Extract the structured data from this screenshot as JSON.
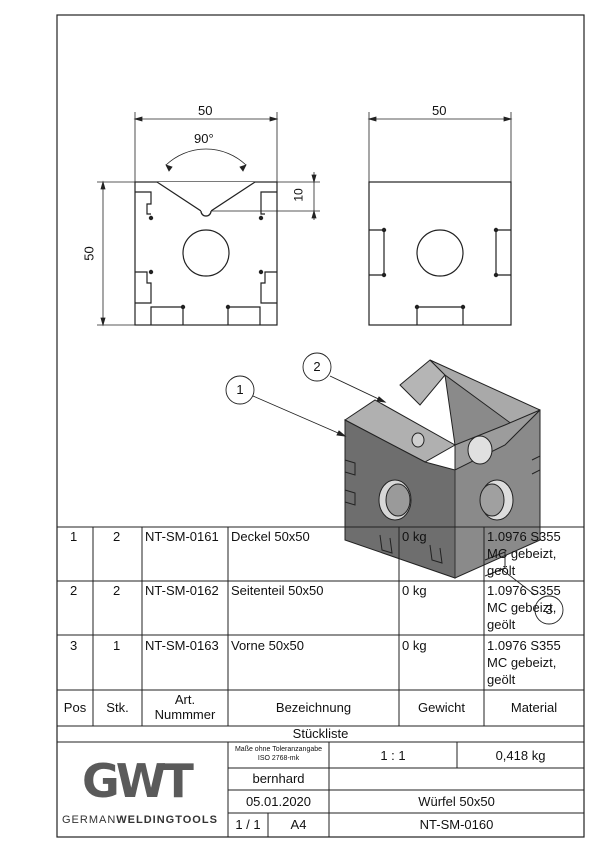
{
  "drawing": {
    "dimensions": {
      "front_width": "50",
      "side_width": "50",
      "front_height": "50",
      "angle": "90°",
      "notch_depth": "10"
    },
    "balloons": [
      "1",
      "2",
      "3"
    ]
  },
  "parts_list": {
    "title": "Stückliste",
    "headers": {
      "pos": "Pos",
      "qty": "Stk.",
      "art": "Art. Nummmer",
      "name": "Bezeichnung",
      "weight": "Gewicht",
      "material": "Material"
    },
    "rows": [
      {
        "pos": "1",
        "qty": "2",
        "art": "NT-SM-0161",
        "name": "Deckel 50x50",
        "weight": "0 kg",
        "material_l1": "1.0976 S355",
        "material_l2": "MC gebeizt,",
        "material_l3": "geölt"
      },
      {
        "pos": "2",
        "qty": "2",
        "art": "NT-SM-0162",
        "name": "Seitenteil 50x50",
        "weight": "0 kg",
        "material_l1": "1.0976 S355",
        "material_l2": "MC gebeizt,",
        "material_l3": "geölt"
      },
      {
        "pos": "3",
        "qty": "1",
        "art": "NT-SM-0163",
        "name": "Vorne 50x50",
        "weight": "0 kg",
        "material_l1": "1.0976 S355",
        "material_l2": "MC gebeizt,",
        "material_l3": "geölt"
      }
    ]
  },
  "title_block": {
    "tolerance_l1": "Maße ohne Toleranzangabe",
    "tolerance_l2": "ISO 2768-mk",
    "scale": "1 : 1",
    "weight": "0,418 kg",
    "author": "bernhard",
    "date": "05.01.2020",
    "title": "Würfel 50x50",
    "sheet": "1 / 1",
    "format": "A4",
    "drawing_number": "NT-SM-0160",
    "logo_main": "GWT",
    "logo_sub_a": "GERMAN",
    "logo_sub_b": "WELDINGTOOLS"
  }
}
